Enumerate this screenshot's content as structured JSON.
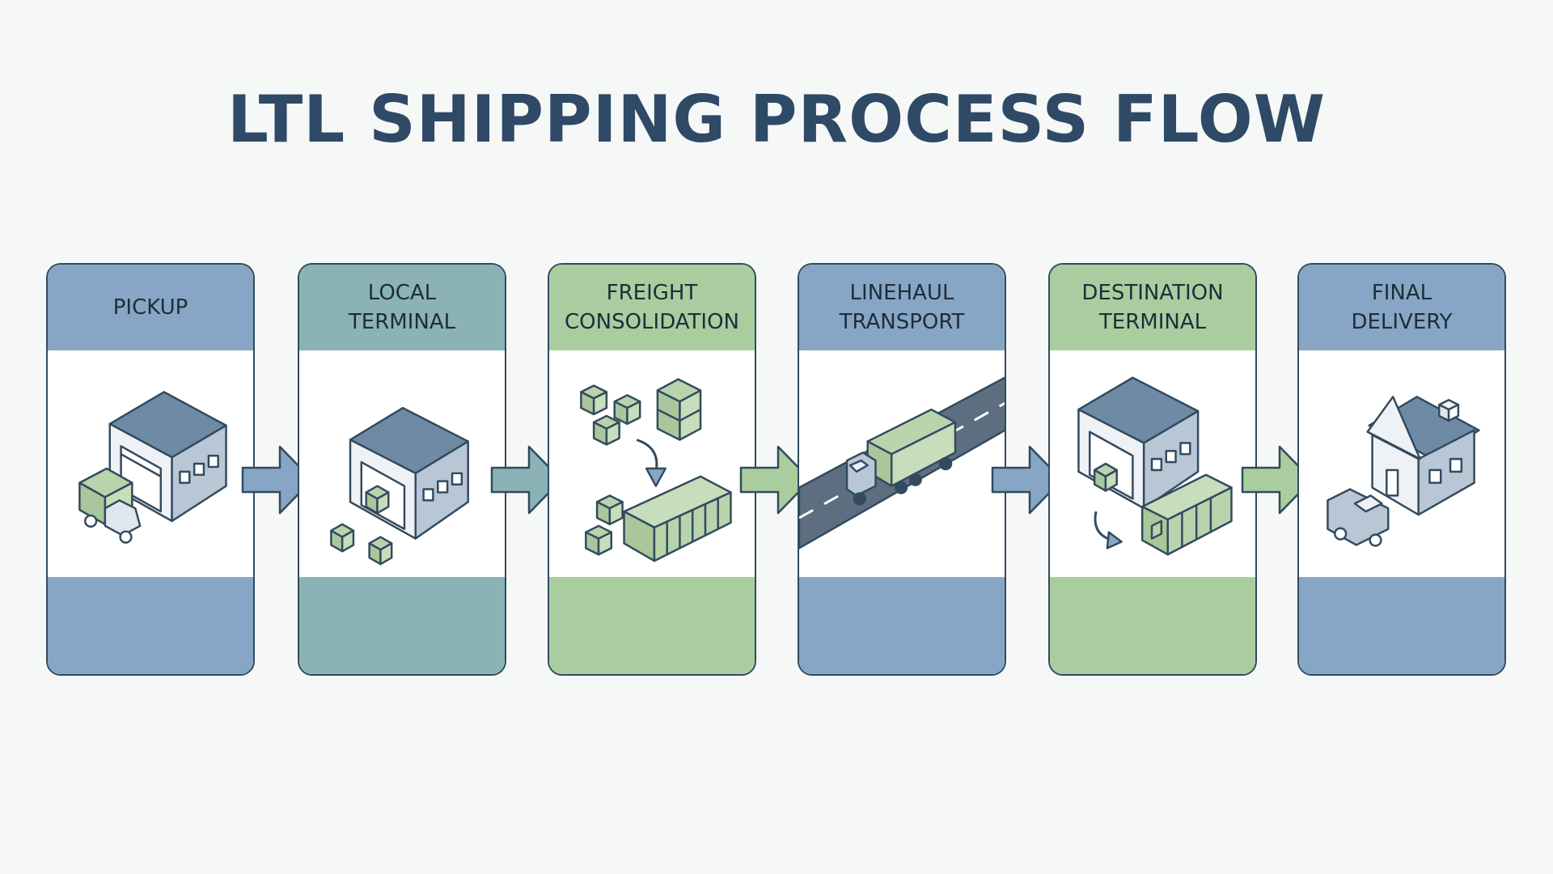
{
  "title": "LTL SHIPPING PROCESS FLOW",
  "steps": [
    {
      "label": "PICKUP",
      "icon": "warehouse-with-truck-icon",
      "color": "#87a6c5"
    },
    {
      "label": "LOCAL\nTERMINAL",
      "icon": "terminal-warehouse-icon",
      "color": "#8bb3b6"
    },
    {
      "label": "FREIGHT\nCONSOLIDATION",
      "icon": "boxes-into-container-icon",
      "color": "#aacd9f"
    },
    {
      "label": "LINEHAUL\nTRANSPORT",
      "icon": "truck-on-highway-icon",
      "color": "#87a6c5"
    },
    {
      "label": "DESTINATION\nTERMINAL",
      "icon": "terminal-unloading-icon",
      "color": "#aacd9f"
    },
    {
      "label": "FINAL\nDELIVERY",
      "icon": "house-with-van-icon",
      "color": "#87a6c5"
    }
  ],
  "arrows": [
    {
      "icon": "right-arrow-icon",
      "color": "#87a6c5"
    },
    {
      "icon": "right-arrow-icon",
      "color": "#8bb3b6"
    },
    {
      "icon": "right-arrow-icon",
      "color": "#aacd9f"
    },
    {
      "icon": "right-arrow-icon",
      "color": "#87a6c5"
    },
    {
      "icon": "right-arrow-icon",
      "color": "#aacd9f"
    }
  ]
}
